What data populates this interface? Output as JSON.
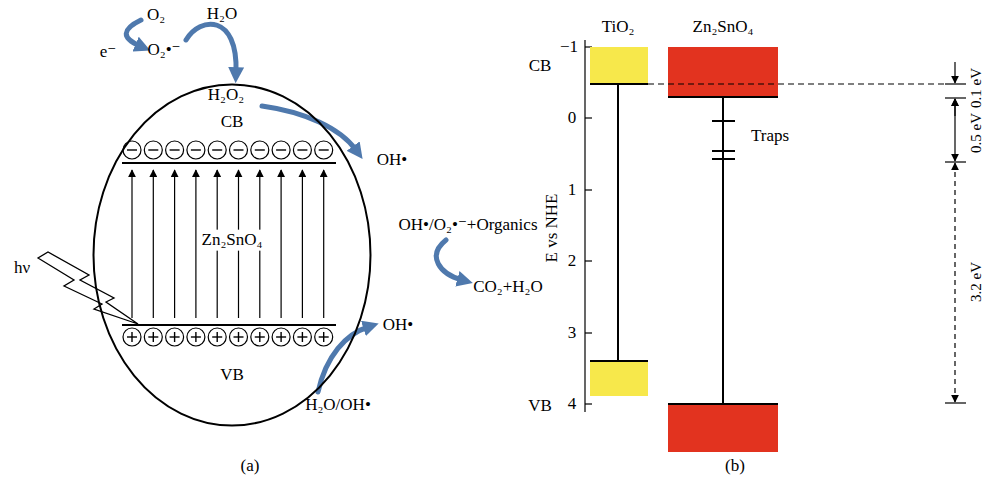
{
  "diagram": {
    "nodes": [
      {
        "text": [
          "CB",
          "Zn₂SnO₄",
          "VB"
        ]
      }
    ],
    "labels": [
      "O₂",
      "e⁻",
      "O₂•⁻",
      "H₂O",
      "H₂O₂",
      "OH•",
      "OH•/O₂•⁻+Organics",
      "CO₂+H₂O",
      "OH•",
      "H₂O/OH•",
      "hν",
      "(a)",
      "TiO₂",
      "Zn₂SnO₄",
      "CB",
      "VB",
      "E vs NHE",
      "−1",
      "0",
      "1",
      "2",
      "3",
      "4",
      "Traps",
      "0.1 eV",
      "0.5 eV",
      "3.2 eV",
      "(b)"
    ]
  }
}
